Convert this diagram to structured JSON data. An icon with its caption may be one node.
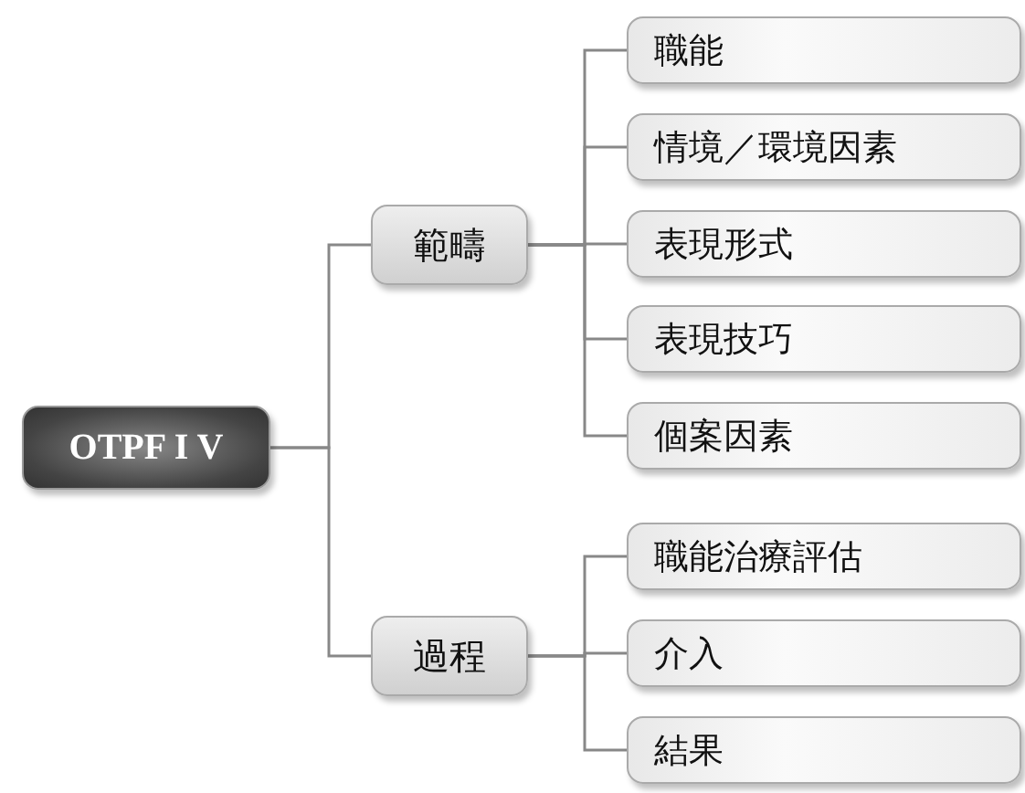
{
  "diagram": {
    "nodes": [
      {
        "text": [
          "OTPF I V"
        ]
      },
      {
        "text": [
          "範疇"
        ]
      },
      {
        "text": [
          "職能"
        ]
      },
      {
        "text": [
          "情境／環境因素"
        ]
      },
      {
        "text": [
          "表現形式"
        ]
      },
      {
        "text": [
          "表現技巧"
        ]
      },
      {
        "text": [
          "個案因素"
        ]
      },
      {
        "text": [
          "過程"
        ]
      },
      {
        "text": [
          "職能治療評估"
        ]
      },
      {
        "text": [
          "介入"
        ]
      },
      {
        "text": [
          "結果"
        ]
      }
    ],
    "edges": [
      {
        "from": 0,
        "to": 1,
        "arrow": "none"
      },
      {
        "from": 0,
        "to": 7,
        "arrow": "none"
      },
      {
        "from": 1,
        "to": 2,
        "arrow": "none"
      },
      {
        "from": 1,
        "to": 3,
        "arrow": "none"
      },
      {
        "from": 1,
        "to": 4,
        "arrow": "none"
      },
      {
        "from": 1,
        "to": 5,
        "arrow": "none"
      },
      {
        "from": 1,
        "to": 6,
        "arrow": "none"
      },
      {
        "from": 7,
        "to": 8,
        "arrow": "none"
      },
      {
        "from": 7,
        "to": 9,
        "arrow": "none"
      },
      {
        "from": 7,
        "to": 10,
        "arrow": "none"
      }
    ]
  }
}
